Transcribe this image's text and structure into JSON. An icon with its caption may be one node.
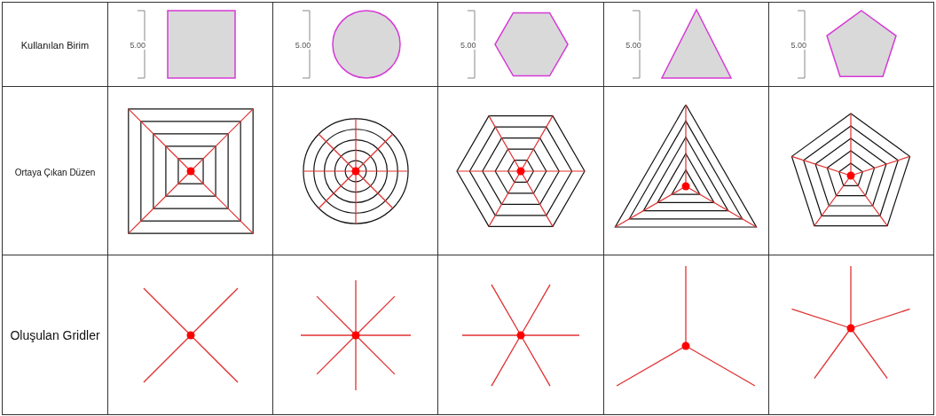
{
  "diagram": {
    "labels": [
      "Kullanılan Birim",
      "5.00",
      "5.00",
      "5.00",
      "5.00",
      "5.00",
      "Ortaya Çıkan Düzen",
      "Oluşulan Gridler"
    ]
  }
}
